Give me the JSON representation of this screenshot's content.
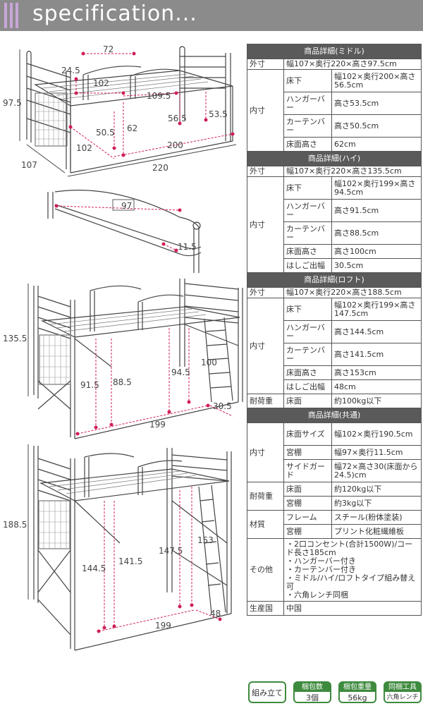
{
  "header": {
    "title": "specification..."
  },
  "drawings": {
    "middle": [
      "72",
      "24.5",
      "102",
      "109.5",
      "97.5",
      "56.5",
      "53.5",
      "50.5",
      "62",
      "102",
      "200",
      "107",
      "220"
    ],
    "shelf": [
      "97",
      "11.5"
    ],
    "high": [
      "135.5",
      "91.5",
      "88.5",
      "94.5",
      "100",
      "30.5",
      "199"
    ],
    "loft": [
      "188.5",
      "144.5",
      "141.5",
      "147.5",
      "153",
      "48",
      "199"
    ]
  },
  "spec": {
    "middle": {
      "header": "商品詳細(ミドル)",
      "outer_label": "外寸",
      "outer_value": "幅107×奥行220×高さ97.5cm",
      "inner_label": "内寸",
      "rows": [
        {
          "label": "床下",
          "value": "幅102×奥行200×高さ56.5cm"
        },
        {
          "label": "ハンガーバー",
          "value": "高さ53.5cm"
        },
        {
          "label": "カーテンバー",
          "value": "高さ50.5cm"
        },
        {
          "label": "床面高さ",
          "value": "62cm"
        }
      ]
    },
    "high": {
      "header": "商品詳細(ハイ)",
      "outer_label": "外寸",
      "outer_value": "幅107×奥行220×高さ135.5cm",
      "inner_label": "内寸",
      "rows": [
        {
          "label": "床下",
          "value": "幅102×奥行199×高さ94.5cm"
        },
        {
          "label": "ハンガーバー",
          "value": "高さ91.5cm"
        },
        {
          "label": "カーテンバー",
          "value": "高さ88.5cm"
        },
        {
          "label": "床面高さ",
          "value": "高さ100cm"
        },
        {
          "label": "はしご出幅",
          "value": "30.5cm"
        }
      ]
    },
    "loft": {
      "header": "商品詳細(ロフト)",
      "outer_label": "外寸",
      "outer_value": "幅107×奥行220×高さ188.5cm",
      "inner_label": "内寸",
      "rows": [
        {
          "label": "床下",
          "value": "幅102×奥行199×高さ147.5cm"
        },
        {
          "label": "ハンガーバー",
          "value": "高さ144.5cm"
        },
        {
          "label": "カーテンバー",
          "value": "高さ141.5cm"
        },
        {
          "label": "床面高さ",
          "value": "高さ153cm"
        },
        {
          "label": "はしご出幅",
          "value": "48cm"
        }
      ],
      "load_label": "耐荷重",
      "load_sub": "床面",
      "load_value": "約100kg以下"
    },
    "common": {
      "header": "商品詳細(共通)",
      "inner_label": "内寸",
      "inner_rows": [
        {
          "label": "床面サイズ",
          "value": "幅102×奥行190.5cm"
        },
        {
          "label": "宮棚",
          "value": "幅97×奥行11.5cm"
        },
        {
          "label": "サイドガード",
          "value": "幅72×高さ30(床面から24.5)cm"
        }
      ],
      "load_label": "耐荷重",
      "load_rows": [
        {
          "label": "床面",
          "value": "約120kg以下"
        },
        {
          "label": "宮棚",
          "value": "約3kg以下"
        }
      ],
      "material_label": "材質",
      "material_rows": [
        {
          "label": "フレーム",
          "value": "スチール(粉体塗装)"
        },
        {
          "label": "宮棚",
          "value": "プリント化粧繊維板"
        }
      ],
      "other_label": "その他",
      "other_lines": [
        "・2口コンセント(合計1500W)/コード長さ185cm",
        "・ハンガーバー付き",
        "・カーテンバー付き",
        "・ミドル/ハイ/ロフトタイプ組み替え可",
        "・六角レンチ同梱"
      ],
      "origin_label": "生産国",
      "origin_value": "中国"
    }
  },
  "badges": [
    {
      "title": "",
      "value": "組み立て",
      "icon": "tools-icon"
    },
    {
      "title": "梱包数",
      "value": "3個",
      "icon": "box-icon"
    },
    {
      "title": "梱包重量",
      "value": "56kg",
      "icon": "weight-icon"
    },
    {
      "title": "同梱工具",
      "value": "六角レンチ",
      "icon": "wrench-icon"
    }
  ],
  "colors": {
    "header_bg": "#8b8b8b",
    "accent": "#c9a6d9",
    "dimension": "#d01e54",
    "table_header": "#5a5a5a",
    "badge": "#3e8a3e"
  }
}
